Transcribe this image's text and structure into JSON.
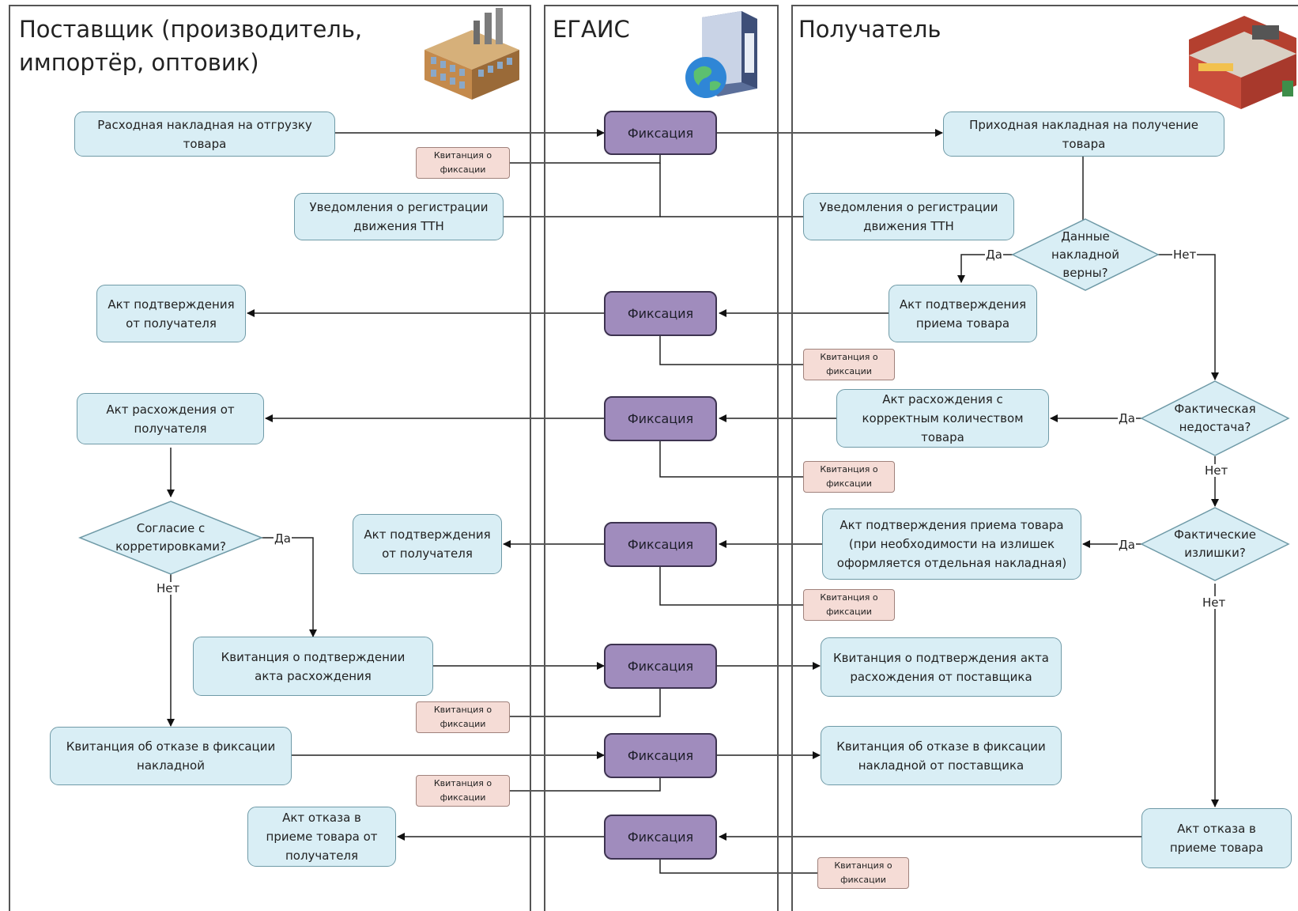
{
  "lanes": {
    "supplier": "Поставщик (производитель,\nимпортёр, оптовик)",
    "egais": "ЕГАИС",
    "recipient": "Получатель"
  },
  "nodes": {
    "s_rashod": "Расходная накладная на отгрузку\nтовара",
    "s_uved": "Уведомления о регистрации\nдвижения ТТН",
    "s_akt_podtv": "Акт подтверждения\nот получателя",
    "s_akt_rash": "Акт расхождения от\nполучателя",
    "s_akt_podtv2": "Акт подтверждения\nот получателя",
    "s_kvit_podtv": "Квитанция о подтверждении\nакта расхождения",
    "s_kvit_otkaz": "Квитанция об отказе в фиксации\nнакладной",
    "s_akt_otkaz": "Акт отказа в\nприеме товара от\nполучателя",
    "r_prihod": "Приходная накладная на получение\nтовара",
    "r_uved": "Уведомления о регистрации\nдвижения ТТН",
    "r_akt_podtv": "Акт подтверждения\nприема товара",
    "r_akt_rash": "Акт расхождения с\nкорректным количеством\nтовара",
    "r_akt_izl": "Акт подтверждения приема товара\n(при необходимости на излишек\nоформляется отдельная накладная)",
    "r_kvit_podtv": "Квитанция о подтверждения акта\nрасхождения от поставщика",
    "r_kvit_otkaz": "Квитанция об отказе в фиксации\nнакладной от поставщика",
    "r_akt_otkaz": "Акт отказа в\nприеме товара",
    "fixation": "Фиксация",
    "receipt": "Квитанция о\nфиксации"
  },
  "decisions": {
    "d_verno": "Данные\nнакладной\nверны?",
    "d_nedostacha": "Фактическая\nнедостача?",
    "d_izlishki": "Фактические\nизлишки?",
    "d_soglasie": "Согласие с\nкорретировками?"
  },
  "edge_labels": {
    "yes": "Да",
    "no": "Нет"
  },
  "icons": [
    "factory-icon",
    "server-globe-icon",
    "store-icon"
  ],
  "colors": {
    "document_fill": "#d9eef5",
    "fixation_fill": "#a08cbd",
    "receipt_fill": "#f5dcd6",
    "decision_fill": "#d9eef5"
  }
}
